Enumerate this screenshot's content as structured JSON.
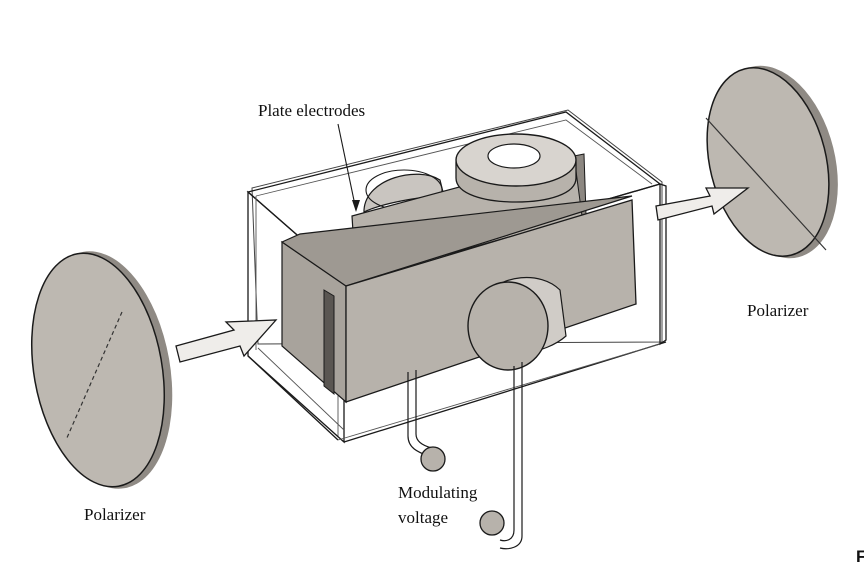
{
  "labels": {
    "plate_electrodes": "Plate electrodes",
    "polarizer_left": "Polarizer",
    "polarizer_right": "Polarizer",
    "modulating_line1": "Modulating",
    "modulating_line2": "voltage",
    "corner_mark": "F"
  },
  "colors": {
    "plate_fill": "#b7b2ab",
    "polarizer_fill": "#bdb8b1",
    "ink": "#1a1a1a",
    "background": "#ffffff"
  }
}
